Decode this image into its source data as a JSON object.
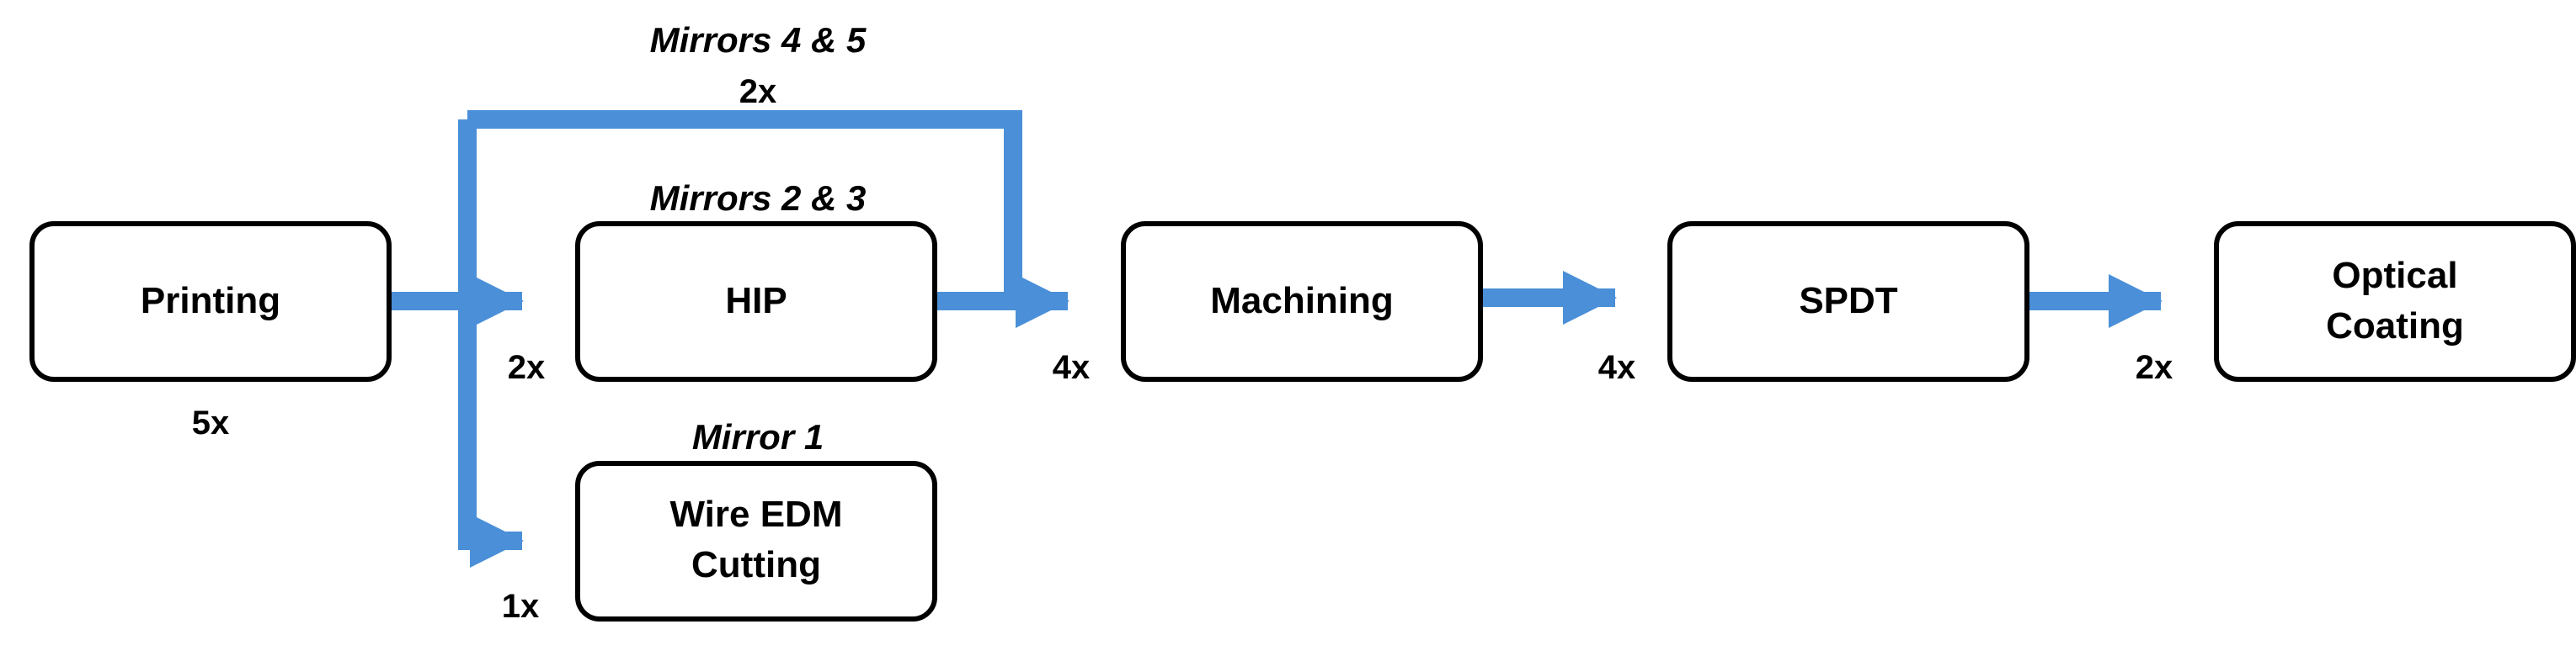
{
  "colors": {
    "arrow": "#4A8FD8",
    "box_stroke": "#000000",
    "background": "#ffffff"
  },
  "nodes": {
    "printing": {
      "lines": [
        "Printing"
      ]
    },
    "hip": {
      "lines": [
        "HIP"
      ]
    },
    "wire_edm": {
      "lines": [
        "Wire EDM",
        "Cutting"
      ]
    },
    "machining": {
      "lines": [
        "Machining"
      ]
    },
    "spdt": {
      "lines": [
        "SPDT"
      ]
    },
    "optical_coating": {
      "lines": [
        "Optical",
        "Coating"
      ]
    }
  },
  "branch_labels": {
    "mirrors_4_5": "Mirrors 4 & 5",
    "mirrors_2_3": "Mirrors 2 & 3",
    "mirror_1": "Mirror 1"
  },
  "counts": {
    "printing_out": "5x",
    "bypass": "2x",
    "to_hip": "2x",
    "to_wire_edm": "1x",
    "to_machining": "4x",
    "to_spdt": "4x",
    "to_optical_coating": "2x"
  }
}
